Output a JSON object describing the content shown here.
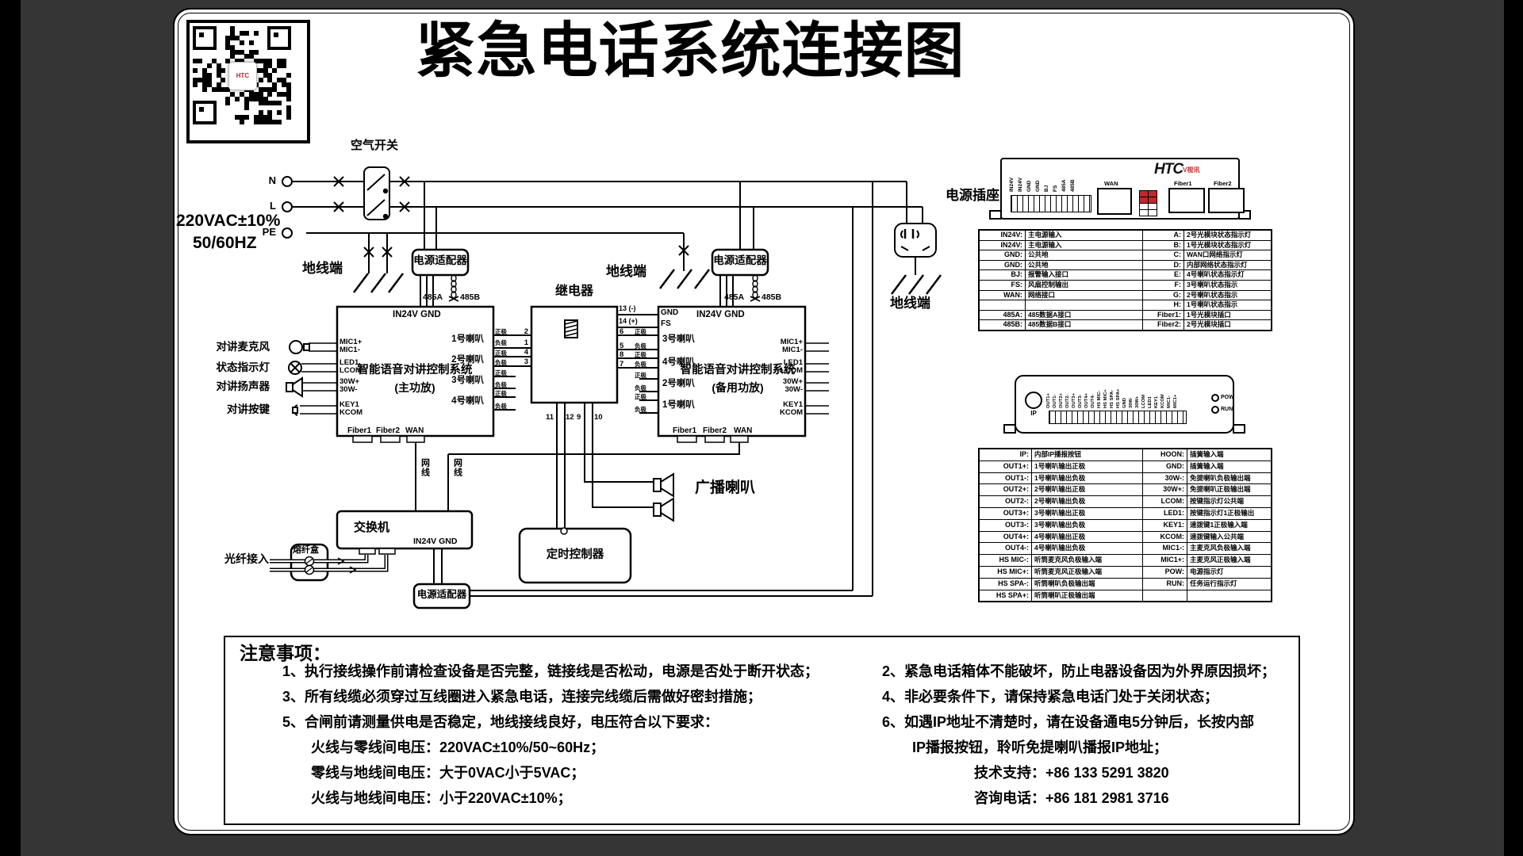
{
  "title": "紧急电话系统连接图",
  "power": {
    "spec1": "220VAC±10%",
    "spec2": "50/60HZ",
    "n": "N",
    "l": "L",
    "pe": "PE",
    "air_switch": "空气开关",
    "socket": "电源插座"
  },
  "labels": {
    "ground": "地线端",
    "adapter": "电源适配器",
    "relay": "继电器",
    "netcable": "网线",
    "pos": "正极",
    "neg": "负极",
    "in24v_gnd": "IN24V  GND",
    "a485a": "485A",
    "a485b": "485B"
  },
  "amp": {
    "title": "智能语音对讲控制系统",
    "main_sub": "(主功放)",
    "backup_sub": "(备用功放)",
    "left_pins": [
      "MIC1+",
      "MIC1-",
      "LED1",
      "LCOM",
      "30W+",
      "30W-",
      "KEY1",
      "KCOM"
    ],
    "gnd": "GND",
    "fs": "FS",
    "speakers": [
      "1号喇叭",
      "2号喇叭",
      "3号喇叭",
      "4号喇叭"
    ],
    "ports": [
      "Fiber1",
      "Fiber2",
      "WAN"
    ]
  },
  "peripherals": [
    "对讲麦克风",
    "状态指示灯",
    "对讲扬声器",
    "对讲按键"
  ],
  "relay": {
    "left_pins": [
      "2",
      "1",
      "4",
      "3"
    ],
    "right_pins": [
      "6",
      "5",
      "8",
      "7"
    ],
    "bottom_pins": [
      "11",
      "12",
      "9",
      "10"
    ],
    "coil_pins": [
      "13 (-)",
      "14 (+)"
    ]
  },
  "network": {
    "switch": "交换机",
    "splice": "熔纤盒",
    "fiber_in": "光纤接入",
    "timer": "定时控制器",
    "broadcast": "广播喇叭"
  },
  "device1": {
    "brand": "HTC",
    "brand_sub": "V视讯",
    "pins": [
      "IN24V",
      "IN24V",
      "GND",
      "GND",
      "BJ",
      "FS",
      "485A",
      "485B"
    ],
    "wan": "WAN",
    "fiber1": "Fiber1",
    "fiber2": "Fiber2"
  },
  "table1": {
    "rows": [
      [
        "IN24V:",
        "主电源输入",
        "A:",
        "2号光模块状态指示灯"
      ],
      [
        "IN24V:",
        "主电源输入",
        "B:",
        "1号光模块状态指示灯"
      ],
      [
        "GND:",
        "公共地",
        "C:",
        "WAN口网络指示灯"
      ],
      [
        "GND:",
        "公共地",
        "D:",
        "内部网络状态指示灯"
      ],
      [
        "BJ:",
        "报警输入接口",
        "E:",
        "4号喇叭状态指示灯"
      ],
      [
        "FS:",
        "风扇控制输出",
        "F:",
        "3号喇叭状态指示"
      ],
      [
        "WAN:",
        "网络接口",
        "G:",
        "2号喇叭状态指示"
      ],
      [
        "",
        "",
        "H:",
        "1号喇叭状态指示"
      ],
      [
        "485A:",
        "485数据A接口",
        "Fiber1:",
        "1号光模块插口"
      ],
      [
        "485B:",
        "485数据B接口",
        "Fiber2:",
        "2号光模块插口"
      ]
    ]
  },
  "device2": {
    "ip": "IP",
    "pow": "POW",
    "run": "RUN",
    "pins": [
      "OUT1+",
      "OUT1-",
      "OUT2+",
      "OUT2-",
      "OUT3+",
      "OUT3-",
      "OUT4+",
      "OUT4-",
      "HS MIC-",
      "HS MIC+",
      "HS SPA-",
      "HS SPA+",
      "GND",
      "30W-",
      "30W+",
      "LCOM",
      "LED1",
      "KEY1",
      "KCOM",
      "MIC1-",
      "MIC1+"
    ]
  },
  "table2": {
    "rows": [
      [
        "IP:",
        "内部IP播报按钮",
        "HOON:",
        "插簧输入端"
      ],
      [
        "OUT1+:",
        "1号喇叭输出正极",
        "GND:",
        "插簧输入端"
      ],
      [
        "OUT1-:",
        "1号喇叭输出负极",
        "30W-:",
        "免提喇叭负极输出端"
      ],
      [
        "OUT2+:",
        "2号喇叭输出正极",
        "30W+:",
        "免提喇叭正极输出端"
      ],
      [
        "OUT2-:",
        "2号喇叭输出负极",
        "LCOM:",
        "按键指示灯公共端"
      ],
      [
        "OUT3+:",
        "3号喇叭输出正极",
        "LED1:",
        "按键指示灯1正极输出"
      ],
      [
        "OUT3-:",
        "3号喇叭输出负极",
        "KEY1:",
        "速拨键1正极输入端"
      ],
      [
        "OUT4+:",
        "4号喇叭输出正极",
        "KCOM:",
        "速拨键输入公共端"
      ],
      [
        "OUT4-:",
        "4号喇叭输出负极",
        "MIC1-:",
        "主麦克风负极输入端"
      ],
      [
        "HS MIC-:",
        "听筒麦克风负极输入端",
        "MIC1+:",
        "主麦克风正极输入端"
      ],
      [
        "HS MIC+:",
        "听筒麦克风正极输入端",
        "POW:",
        "电源指示灯"
      ],
      [
        "HS SPA-:",
        "听筒喇叭负极输出端",
        "RUN:",
        "任务运行指示灯"
      ],
      [
        "HS SPA+:",
        "听筒喇叭正极输出端",
        "",
        ""
      ]
    ]
  },
  "notes": {
    "heading": "注意事项：",
    "left": [
      "1、执行接线操作前请检查设备是否完整，链接线是否松动，电源是否处于断开状态；",
      "3、所有线缆必须穿过互线圈进入紧急电话，连接完线缆后需做好密封措施；",
      "5、合闸前请测量供电是否稳定，地线接线良好，电压符合以下要求：",
      "火线与零线间电压：220VAC±10%/50~60Hz；",
      "零线与地线间电压：大于0VAC小于5VAC；",
      "火线与地线间电压：小于220VAC±10%；"
    ],
    "right": [
      "2、紧急电话箱体不能破坏，防止电器设备因为外界原因损坏；",
      "4、非必要条件下，请保持紧急电话门处于关闭状态；",
      "6、如遇IP地址不清楚时，请在设备通电5分钟后，长按内部",
      "IP播报按钮，聆听免提喇叭播报IP地址；",
      "技术支持：+86 133 5291 3820",
      "咨询电话：+86 181 2981 3716"
    ]
  }
}
